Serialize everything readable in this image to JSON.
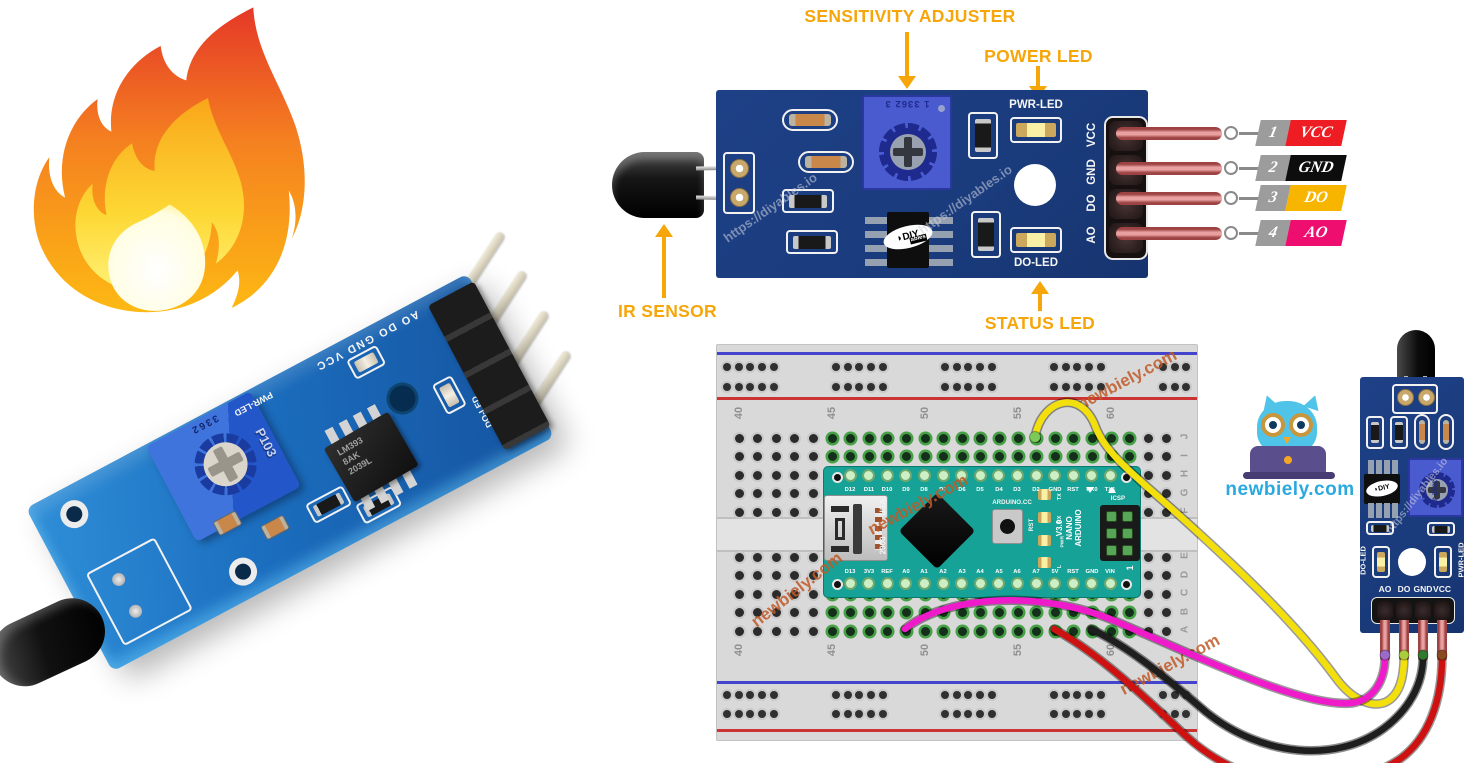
{
  "colors": {
    "accent_orange": "#F7A60A",
    "board_navy": "#1A3B7C",
    "nano_teal": "#16A296",
    "newbiely_blue": "#2AA9E0",
    "watermark_orange": "#C05A28"
  },
  "annotations": {
    "sensitivity_adjuster": "SENSITIVITY ADJUSTER",
    "power_led": "POWER LED",
    "ir_sensor": "IR SENSOR",
    "status_led": "STATUS LED"
  },
  "module_diagram": {
    "silk_pwr_led": "PWR-LED",
    "silk_do_led": "DO-LED",
    "pot_marking": "1 3362 3",
    "pin_silk": [
      "VCC",
      "GND",
      "DO",
      "AO"
    ],
    "chip_logo": {
      "glyph": "◗",
      "name": "DIY",
      "sub": "ables"
    },
    "watermark": "https://diyables.io",
    "pin_tags": [
      {
        "num": "1",
        "label": "VCC",
        "color": "#EE1C23"
      },
      {
        "num": "2",
        "label": "GND",
        "color": "#0D0D0D"
      },
      {
        "num": "3",
        "label": "DO",
        "color": "#F7B500"
      },
      {
        "num": "4",
        "label": "AO",
        "color": "#EE0E6F"
      }
    ]
  },
  "photo_module": {
    "pot_top": "3362",
    "pot_front": "P103",
    "chip_lines": [
      "LM393",
      "8AK",
      "2039L"
    ],
    "silk_header": "AO DO GND VCC",
    "silk_do_led": "DO-LED",
    "silk_pwr_led": "PWR-LED"
  },
  "breadboard": {
    "column_numbers": [
      "40",
      "45",
      "50",
      "55",
      "60"
    ],
    "row_letters_top": [
      "J",
      "I",
      "H",
      "G",
      "F"
    ],
    "row_letters_bottom": [
      "E",
      "D",
      "C",
      "B",
      "A"
    ]
  },
  "arduino": {
    "top_pins": [
      "D12",
      "D11",
      "D10",
      "D9",
      "D8",
      "D7",
      "D6",
      "D5",
      "D4",
      "D3",
      "D2",
      "GND",
      "RST",
      "RX0",
      "TX1"
    ],
    "bottom_pins": [
      "D13",
      "3V3",
      "REF",
      "A0",
      "A1",
      "A2",
      "A3",
      "A4",
      "A5",
      "A6",
      "A7",
      "5V",
      "RST",
      "GND",
      "VIN"
    ],
    "led_labels": [
      "TX",
      "RX",
      "PWR",
      "L"
    ],
    "brand": "ARDUINO.CC",
    "rst": "RST",
    "icsp": "ICSP",
    "usa": "USA",
    "date_code": "2000",
    "pin_one": "1",
    "board_lines": [
      "V3.0",
      "NANO",
      "ARDUINO"
    ]
  },
  "right_module": {
    "pin_labels": [
      "AO",
      "DO",
      "GND",
      "VCC"
    ],
    "silk_do_led": "DO-LED",
    "silk_pwr_led": "PWR-LED",
    "pot_marking": "1 3362 3",
    "watermark": "https://diyables.io",
    "chip_logo": {
      "glyph": "◗",
      "name": "DIY",
      "sub": "ables"
    }
  },
  "branding": {
    "site": "newbiely.com",
    "watermark": "newbiely.com"
  },
  "wires": {
    "items": [
      {
        "id": "yellow",
        "color": "#F2DF0B",
        "from": "Arduino Nano D2",
        "to": "sensor DO",
        "dot": "#A8CE3B"
      },
      {
        "id": "magenta",
        "color": "#EF1BCB",
        "from": "Arduino Nano A0",
        "to": "sensor AO",
        "dot": "#9A6BC8"
      },
      {
        "id": "black",
        "color": "#1E1E1E",
        "from": "Arduino Nano GND",
        "to": "sensor GND",
        "dot": "#2F7A2F"
      },
      {
        "id": "red",
        "color": "#CE1212",
        "from": "Arduino Nano 5V",
        "to": "sensor VCC",
        "dot": "#8A4A22"
      }
    ]
  }
}
